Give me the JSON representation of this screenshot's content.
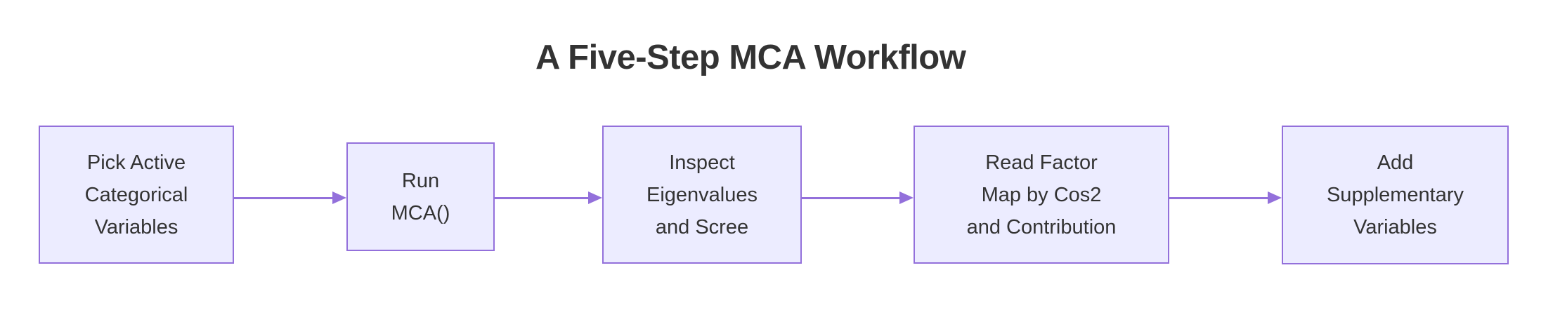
{
  "title": "A Five-Step MCA Workflow",
  "diagram": {
    "type": "flowchart",
    "direction": "left-to-right",
    "nodes": [
      {
        "id": "step1",
        "label": "Pick Active\nCategorical\nVariables"
      },
      {
        "id": "step2",
        "label": "Run\nMCA()"
      },
      {
        "id": "step3",
        "label": "Inspect\nEigenvalues\nand Scree"
      },
      {
        "id": "step4",
        "label": "Read Factor\nMap by Cos2\nand Contribution"
      },
      {
        "id": "step5",
        "label": "Add\nSupplementary\nVariables"
      }
    ],
    "edges": [
      {
        "from": "step1",
        "to": "step2"
      },
      {
        "from": "step2",
        "to": "step3"
      },
      {
        "from": "step3",
        "to": "step4"
      },
      {
        "from": "step4",
        "to": "step5"
      }
    ]
  },
  "colors": {
    "node-fill": "#ECECFF",
    "node-border": "#9370DB",
    "edge": "#9370DB",
    "text": "#333333",
    "title-text": "#333333",
    "background": "#FFFFFF"
  }
}
